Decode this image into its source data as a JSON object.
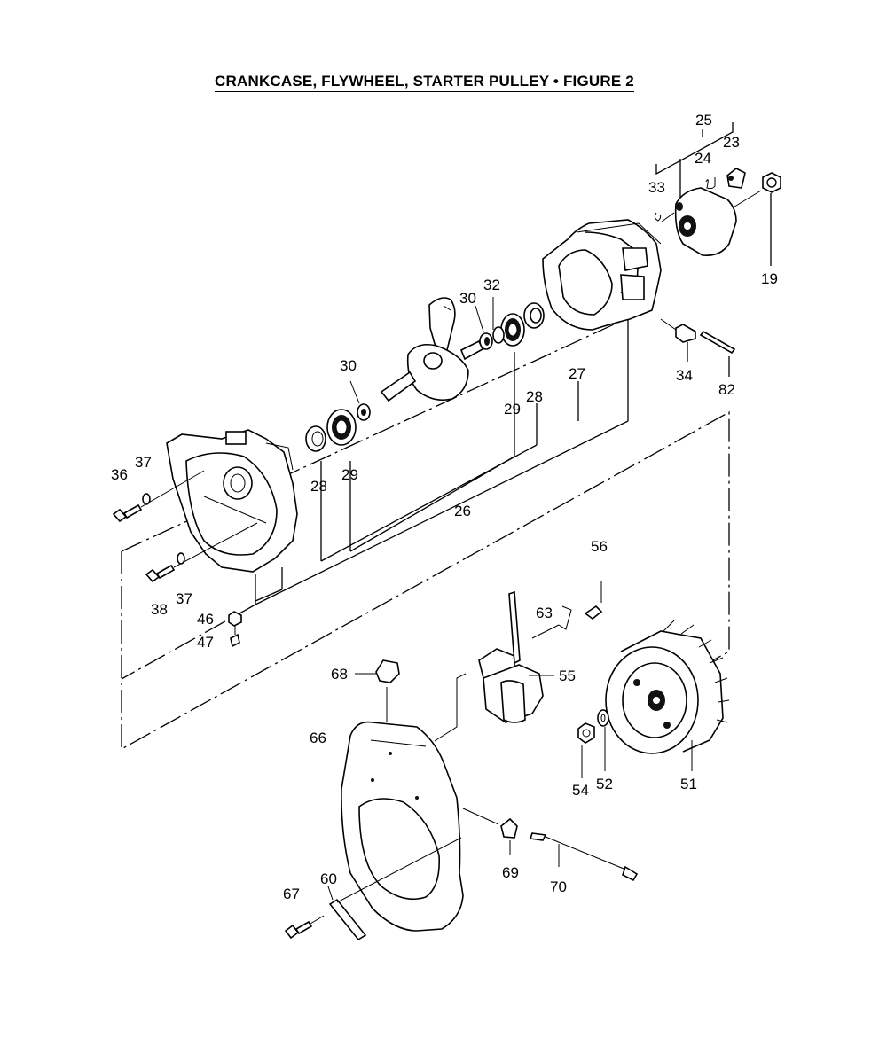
{
  "title": "CRANKCASE, FLYWHEEL, STARTER PULLEY  •  FIGURE 2",
  "callouts": [
    {
      "id": "c25",
      "text": "25"
    },
    {
      "id": "c23",
      "text": "23"
    },
    {
      "id": "c24",
      "text": "24"
    },
    {
      "id": "c33",
      "text": "33"
    },
    {
      "id": "c19",
      "text": "19"
    },
    {
      "id": "c30a",
      "text": "30"
    },
    {
      "id": "c32",
      "text": "32"
    },
    {
      "id": "c34",
      "text": "34"
    },
    {
      "id": "c82",
      "text": "82"
    },
    {
      "id": "c30b",
      "text": "30"
    },
    {
      "id": "c29a",
      "text": "29"
    },
    {
      "id": "c28a",
      "text": "28"
    },
    {
      "id": "c27",
      "text": "27"
    },
    {
      "id": "c37a",
      "text": "37"
    },
    {
      "id": "c36",
      "text": "36"
    },
    {
      "id": "c28b",
      "text": "28"
    },
    {
      "id": "c29b",
      "text": "29"
    },
    {
      "id": "c26",
      "text": "26"
    },
    {
      "id": "c56",
      "text": "56"
    },
    {
      "id": "c63",
      "text": "63"
    },
    {
      "id": "c38",
      "text": "38"
    },
    {
      "id": "c37b",
      "text": "37"
    },
    {
      "id": "c46",
      "text": "46"
    },
    {
      "id": "c47",
      "text": "47"
    },
    {
      "id": "c68",
      "text": "68"
    },
    {
      "id": "c55",
      "text": "55"
    },
    {
      "id": "c66",
      "text": "66"
    },
    {
      "id": "c54",
      "text": "54"
    },
    {
      "id": "c52",
      "text": "52"
    },
    {
      "id": "c51",
      "text": "51"
    },
    {
      "id": "c69",
      "text": "69"
    },
    {
      "id": "c70",
      "text": "70"
    },
    {
      "id": "c67",
      "text": "67"
    },
    {
      "id": "c60",
      "text": "60"
    }
  ]
}
